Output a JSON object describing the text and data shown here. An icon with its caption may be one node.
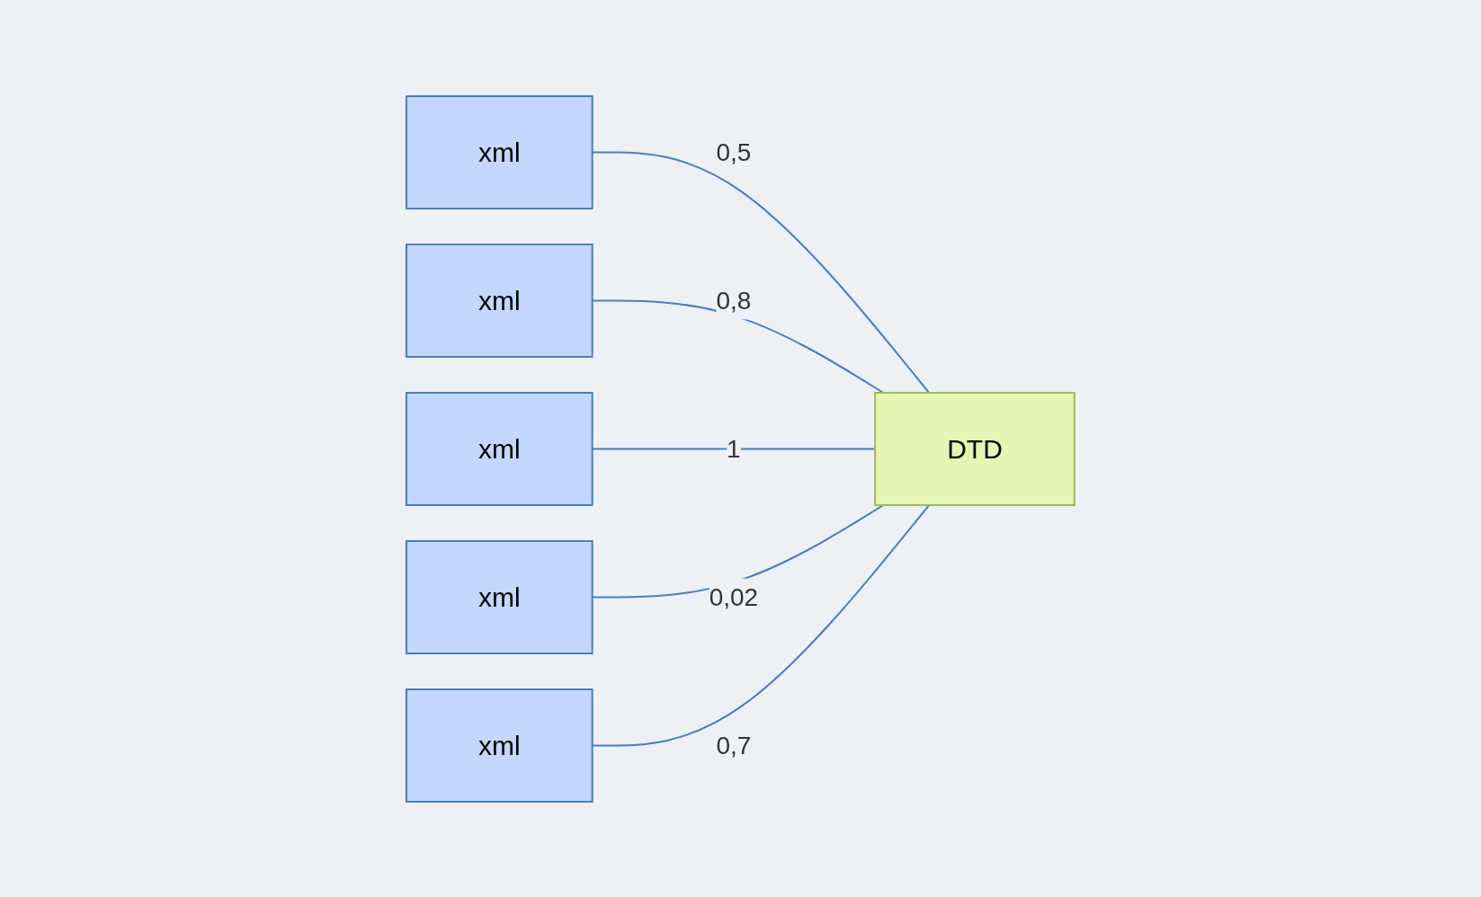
{
  "diagram": {
    "nodes": [
      {
        "text": [
          "xml"
        ]
      },
      {
        "text": [
          "xml"
        ]
      },
      {
        "text": [
          "xml"
        ]
      },
      {
        "text": [
          "DTD"
        ]
      },
      {
        "text": [
          "xml"
        ]
      },
      {
        "text": [
          "xml"
        ]
      }
    ],
    "edges": [
      {
        "from": 1,
        "to": 3,
        "arrow": "none",
        "label": "0,5"
      },
      {
        "from": 0,
        "to": 3,
        "arrow": "none",
        "label": "0,8"
      },
      {
        "from": 2,
        "to": 3,
        "arrow": "none",
        "label": "1"
      },
      {
        "from": 4,
        "to": 3,
        "arrow": "none",
        "label": "0,02"
      },
      {
        "from": 5,
        "to": 3,
        "arrow": "none",
        "label": "0,7"
      }
    ]
  }
}
